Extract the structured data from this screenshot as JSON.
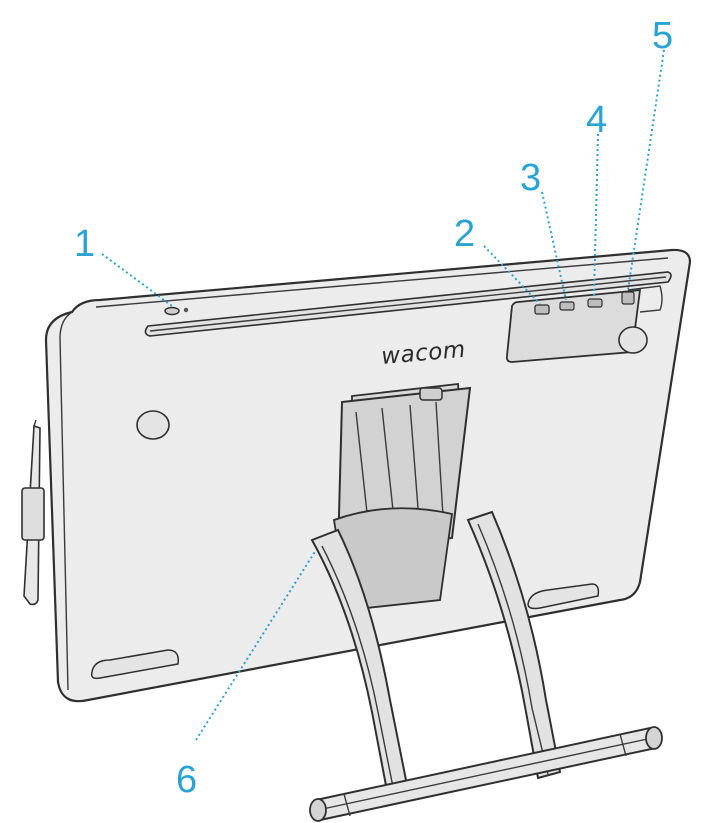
{
  "brand_text": "wacom",
  "callouts": [
    {
      "number": "1",
      "target": "power-button"
    },
    {
      "number": "2",
      "target": "top-port"
    },
    {
      "number": "3",
      "target": "port-3"
    },
    {
      "number": "4",
      "target": "port-4"
    },
    {
      "number": "5",
      "target": "port-5"
    },
    {
      "number": "6",
      "target": "stand"
    }
  ],
  "colors": {
    "callout": "#29a3d6",
    "body_fill": "#ececec",
    "outline": "#2f2f2f",
    "stand_fill": "#d9d9d9"
  }
}
